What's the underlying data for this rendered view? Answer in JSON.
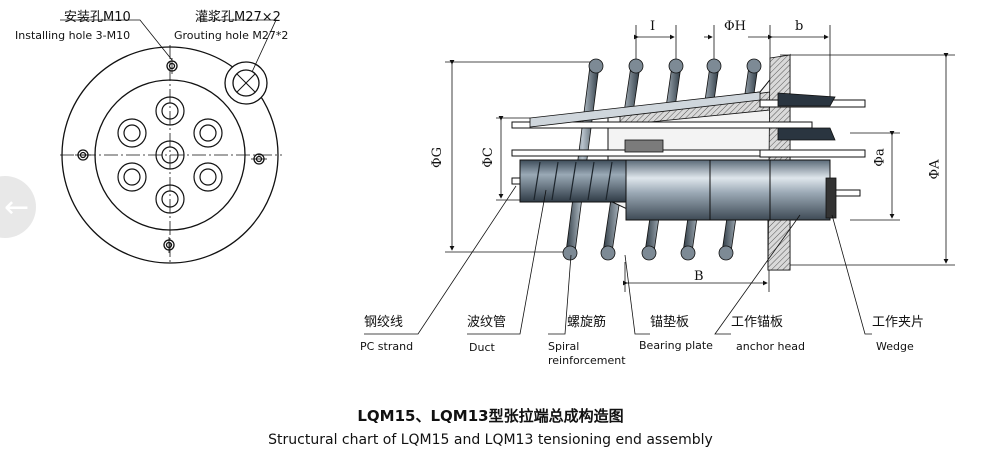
{
  "front_view": {
    "installing_hole_cn": "安装孔M10",
    "installing_hole_en": "Installing hole 3-M10",
    "grouting_hole_cn": "灌浆孔M27×2",
    "grouting_hole_en": "Grouting hole M27*2"
  },
  "dimensions": {
    "I": "I",
    "phi_h": "ΦH",
    "b": "b",
    "phi_g": "ΦG",
    "phi_c": "ΦC",
    "phi_a_small": "Φa",
    "phi_a_big": "ΦA",
    "B": "B"
  },
  "parts": [
    {
      "cn": "钢绞线",
      "en": "PC strand"
    },
    {
      "cn": "波纹管",
      "en": "Duct"
    },
    {
      "cn": "螺旋筋",
      "en": "Spiral reinforcement"
    },
    {
      "cn": "锚垫板",
      "en": "Bearing plate"
    },
    {
      "cn": "工作锚板",
      "en": "anchor head"
    },
    {
      "cn": "工作夹片",
      "en": "Wedge"
    }
  ],
  "spiral_en_line1": "Spiral",
  "spiral_en_line2": "reinforcement",
  "title_cn": "LQM15、LQM13型张拉端总成构造图",
  "title_en": "Structural chart of LQM15 and LQM13 tensioning end assembly"
}
